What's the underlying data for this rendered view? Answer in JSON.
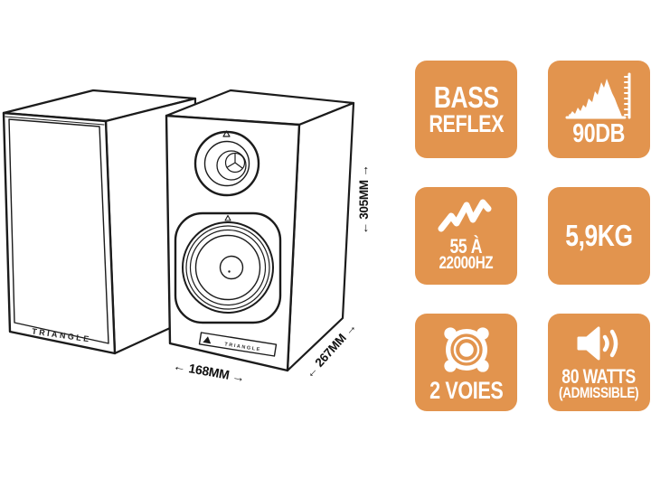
{
  "colors": {
    "badge_orange": "#E2944E",
    "badge_text": "#FFFFFF",
    "line_art": "#1B1B1B",
    "background": "#FFFFFF"
  },
  "diagram": {
    "grille_brand": "TRIANGLE",
    "nameplate": "TRIANGLE",
    "dim_width": "← 168MM →",
    "dim_depth": "← 267MM →",
    "dim_height": "← 305MM →"
  },
  "badges": [
    {
      "id": "bass-reflex",
      "icon": "none",
      "lines": [
        "BASS",
        "REFLEX"
      ]
    },
    {
      "id": "sensitivity",
      "icon": "frequency-histogram-icon",
      "lines": [
        "90DB"
      ]
    },
    {
      "id": "frequency-range",
      "icon": "zigzag-waveform-icon",
      "lines": [
        "55 À",
        "22000HZ"
      ]
    },
    {
      "id": "weight",
      "icon": "none",
      "lines": [
        "5,9KG"
      ]
    },
    {
      "id": "ways",
      "icon": "speaker-driver-icon",
      "lines": [
        "2 VOIES"
      ]
    },
    {
      "id": "power",
      "icon": "speaker-volume-icon",
      "lines": [
        "80 WATTS",
        "(ADMISSIBLE)"
      ]
    }
  ]
}
